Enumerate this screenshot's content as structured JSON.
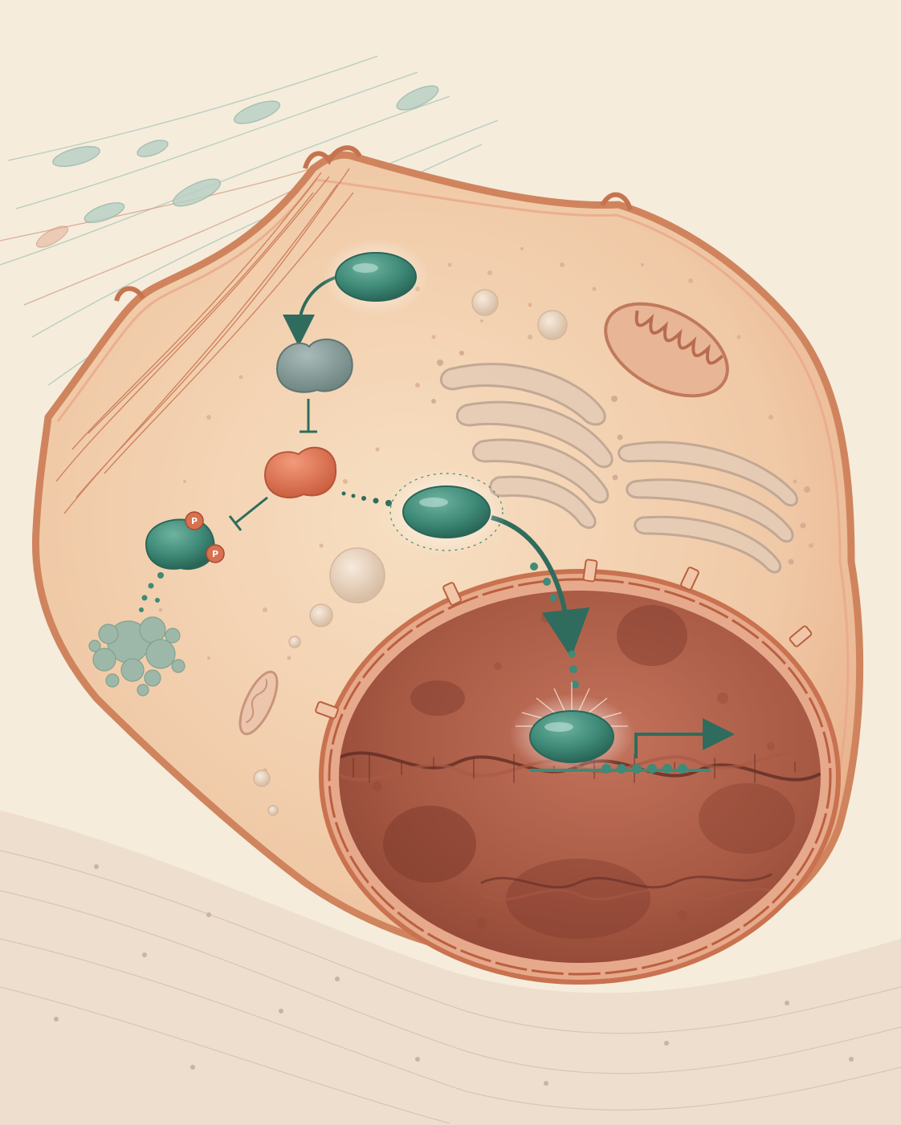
{
  "illustration": {
    "kind": "cell-signaling-pathway",
    "style": "watercolor-illustration",
    "text_visible": [
      "P",
      "P"
    ]
  },
  "labels": {
    "phospho_1": "P",
    "phospho_2": "P"
  },
  "pathway": {
    "steps": [
      {
        "from": "receptor-protein",
        "to": "adapter-protein",
        "relation": "activates"
      },
      {
        "from": "adapter-protein",
        "to": "kinase-protein",
        "relation": "inhibits"
      },
      {
        "from": "kinase-protein",
        "to": "phosphorylated-protein",
        "relation": "inhibits"
      },
      {
        "from": "phosphorylated-protein",
        "to": "degradation-cluster",
        "relation": "degraded"
      },
      {
        "from": "kinase-protein",
        "to": "transcription-factor",
        "relation": "releases"
      },
      {
        "from": "transcription-factor",
        "to": "dna-bound-factor",
        "relation": "translocates-to-nucleus"
      },
      {
        "from": "dna-bound-factor",
        "to": "gene",
        "relation": "activates-transcription"
      }
    ]
  },
  "colors": {
    "background": "#f5ecdc",
    "cytoplasm": "#f1cfae",
    "membrane": "#d0845d",
    "nucleus": "#a5533f",
    "teal_protein": "#3f8a78",
    "grey_protein": "#869a97",
    "kinase": "#e07a5a",
    "phospho": "#d9704e",
    "arrow": "#2f6c5d"
  }
}
